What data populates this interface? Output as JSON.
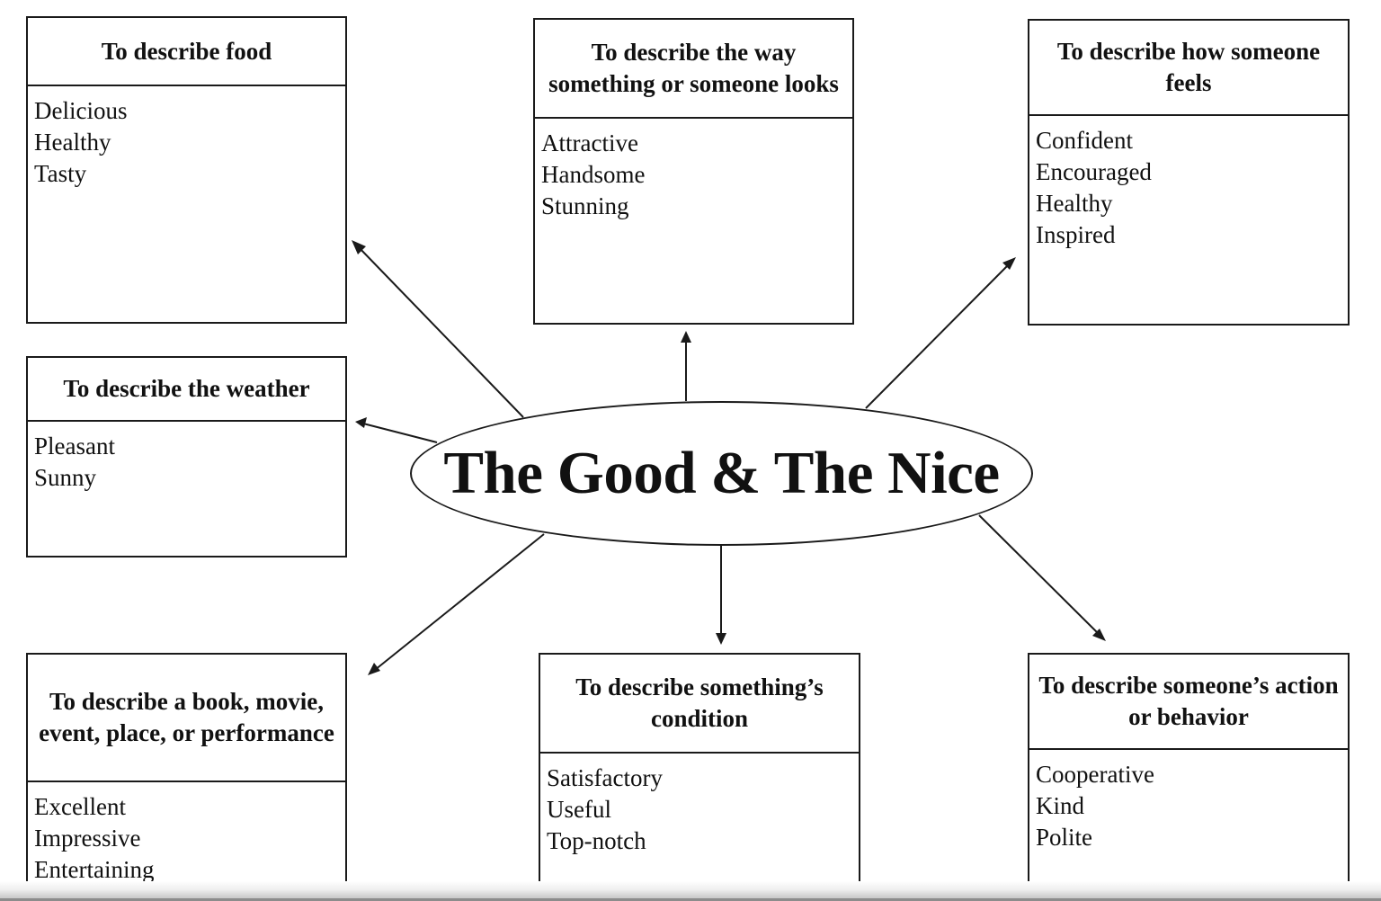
{
  "diagram": {
    "center_title": "The Good & The Nice",
    "boxes": [
      {
        "id": "food",
        "heading": "To describe food",
        "items": [
          "Delicious",
          "Healthy",
          "Tasty"
        ]
      },
      {
        "id": "looks",
        "heading": "To describe the way something or someone looks",
        "items": [
          "Attractive",
          "Handsome",
          "Stunning"
        ]
      },
      {
        "id": "feels",
        "heading": "To describe how someone feels",
        "items": [
          "Confident",
          "Encouraged",
          "Healthy",
          "Inspired"
        ]
      },
      {
        "id": "weather",
        "heading": "To describe the weather",
        "items": [
          "Pleasant",
          "Sunny"
        ]
      },
      {
        "id": "book",
        "heading": "To describe a book, movie, event, place, or performance",
        "items": [
          "Excellent",
          "Impressive",
          "Entertaining"
        ]
      },
      {
        "id": "condition",
        "heading": "To describe something’s condition",
        "items": [
          "Satisfactory",
          "Useful",
          "Top-notch"
        ]
      },
      {
        "id": "behavior",
        "heading": "To describe someone’s action or behavior",
        "items": [
          "Cooperative",
          "Kind",
          "Polite"
        ]
      }
    ],
    "connections": [
      {
        "from": "center",
        "to": "food"
      },
      {
        "from": "center",
        "to": "looks"
      },
      {
        "from": "center",
        "to": "feels"
      },
      {
        "from": "center",
        "to": "weather"
      },
      {
        "from": "center",
        "to": "book"
      },
      {
        "from": "center",
        "to": "condition"
      },
      {
        "from": "center",
        "to": "behavior"
      }
    ]
  },
  "colors": {
    "line": "#1a1a1a",
    "text": "#111111",
    "background": "#ffffff"
  }
}
